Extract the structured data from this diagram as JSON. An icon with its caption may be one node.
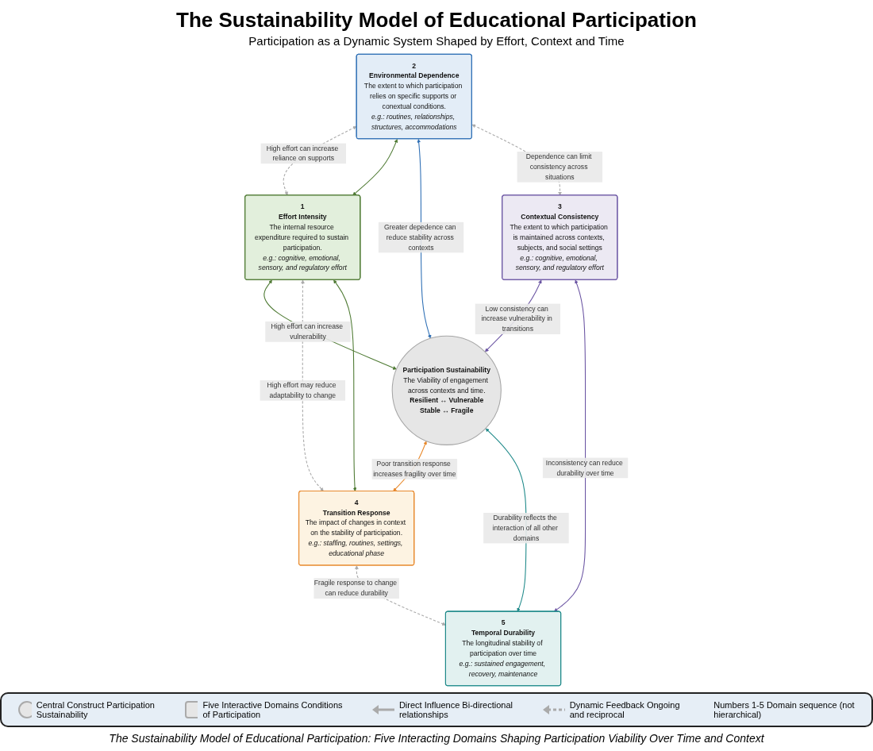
{
  "diagram": {
    "title": "The Sustainability Model of Educational Participation",
    "caption": "The Sustainability Model of Educational Participation: Five Interacting Domains Shaping Participation Viability Over Time and Context",
    "nodes": [
      {
        "text": [
          "1",
          "Effort Intensity",
          "The internal resource expenditure required to sustain participation.",
          "e.g.: cognitive, emotional, sensory, and regulatory effort"
        ]
      },
      {
        "text": [
          "2",
          "Environmental Dependence",
          "The extent to which participation relies on specific supports or conextual conditions.",
          "e.g.: routines, relationships, structures, accommodations"
        ]
      },
      {
        "text": [
          "Participation Sustainability",
          "The Viability of engagement across contexts and time.",
          "Resilient ↔ Vulnerable",
          "Stable ↔ Fragile"
        ]
      },
      {
        "text": [
          "4",
          "Transition Response",
          "The impact of changes in context on the stability of participation.",
          "e.g.: staffing, routines, settings, educational phase"
        ]
      },
      {
        "text": [
          "3",
          "Contextual Consistency",
          "The extent to which participation is maintained across contexts, subjects, and social settings",
          "e.g.: cognitive, emotional, sensory, and regulatory effort"
        ]
      },
      {
        "text": [
          "5",
          "Temporal Durability",
          "The longitudinal stability of participation over time",
          "e.g.: sustained engagement, recovery, maintenance"
        ]
      }
    ],
    "edges": [
      {
        "from": 1,
        "to": 0,
        "arrow": "both",
        "style": "dashed",
        "color": "#aaaaaa",
        "label": "High effort can increase reliance on supports"
      },
      {
        "from": 1,
        "to": 0,
        "arrow": "both",
        "color": "#4e7a33"
      },
      {
        "from": 0,
        "to": 2,
        "arrow": "both",
        "color": "#4e7a33",
        "label": "High effort can increase vulnerability"
      },
      {
        "from": 0,
        "to": 3,
        "arrow": "both",
        "style": "dashed",
        "color": "#aaaaaa",
        "label": "High effort may reduce adaptability to change"
      },
      {
        "from": 0,
        "to": 3,
        "arrow": "both",
        "color": "#4e7a33"
      },
      {
        "from": 1,
        "to": 2,
        "arrow": "both",
        "color": "#2e6fb5",
        "label": "Greater depedence can reduce stability across contexts"
      },
      {
        "from": 2,
        "to": 3,
        "arrow": "both",
        "color": "#e8892c",
        "label": "Poor transition response increases fragility over time"
      },
      {
        "from": 1,
        "to": 4,
        "arrow": "both",
        "style": "dashed",
        "color": "#aaaaaa",
        "label": "Dependence can limit consistency across situations"
      },
      {
        "from": 4,
        "to": 2,
        "arrow": "both",
        "color": "#6b55a3",
        "label": "Low consistency can increase vulnerability in transitions"
      },
      {
        "from": 2,
        "to": 5,
        "arrow": "both",
        "color": "#1f8a8a",
        "label": "Durability reflects the interaction of all other domains"
      },
      {
        "from": 3,
        "to": 5,
        "arrow": "both",
        "style": "dashed",
        "color": "#aaaaaa",
        "label": "Fragile response to change can reduce durability"
      },
      {
        "from": 4,
        "to": 5,
        "arrow": "both",
        "color": "#6b55a3",
        "label": "Inconsistency can reduce durability over time"
      }
    ],
    "labels": [
      "Participation as a Dynamic System Shaped by Effort, Context and Time"
    ],
    "legend": [
      {
        "text": "Central Construct Participation Sustainability"
      },
      {
        "text": "Five Interactive Domains Conditions of Participation"
      },
      {
        "text": "Direct Influence Bi-directional relationships"
      },
      {
        "text": "Dynamic Feedback Ongoing and reciprocal"
      },
      {
        "text": "Numbers 1-5 Domain sequence (not hierarchical)"
      }
    ]
  }
}
